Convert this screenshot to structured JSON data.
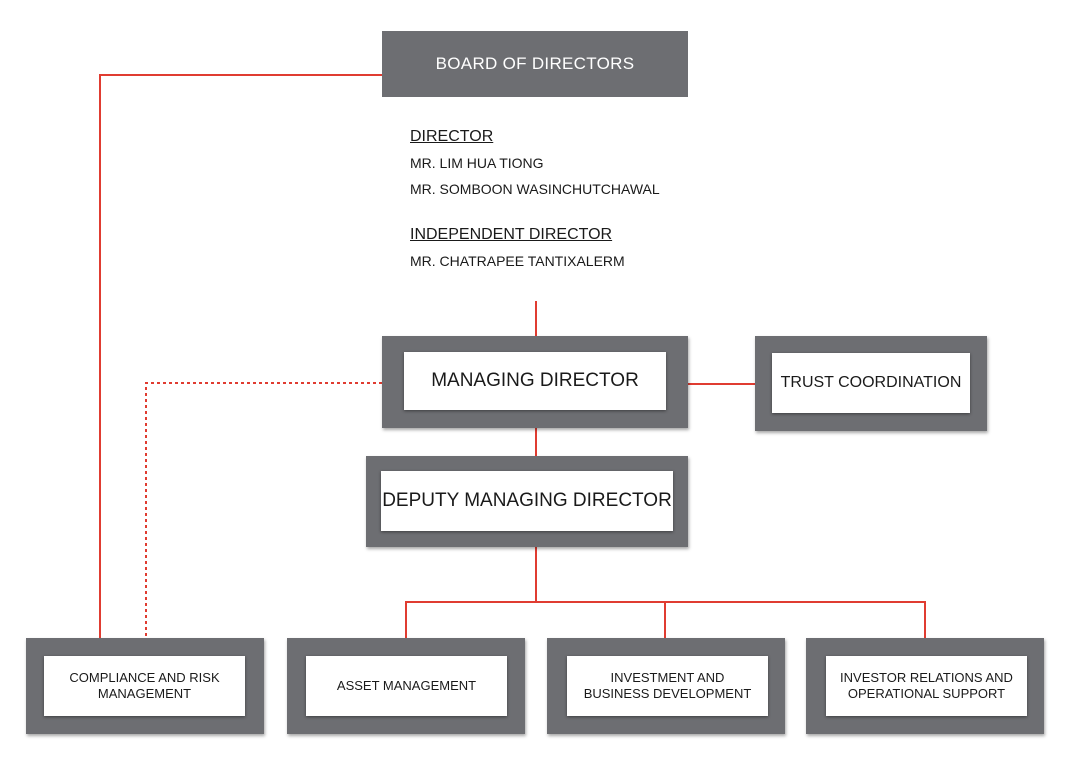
{
  "board": {
    "title": "BOARD OF DIRECTORS"
  },
  "directors": {
    "director_heading": "DIRECTOR",
    "director_names": [
      "MR. LIM HUA TIONG",
      "MR. SOMBOON WASINCHUTCHAWAL"
    ],
    "independent_heading": "INDEPENDENT DIRECTOR",
    "independent_names": [
      "MR. CHATRAPEE TANTIXALERM"
    ]
  },
  "managing_director": "MANAGING DIRECTOR",
  "trust_coordination": "TRUST COORDINATION",
  "deputy_managing_director": "DEPUTY MANAGING DIRECTOR",
  "departments": [
    "COMPLIANCE AND RISK MANAGEMENT",
    "ASSET MANAGEMENT",
    "INVESTMENT AND BUSINESS DEVELOPMENT",
    "INVESTOR RELATIONS AND OPERATIONAL SUPPORT"
  ],
  "colors": {
    "box_gray": "#6d6e72",
    "line_red": "#e03c31"
  }
}
